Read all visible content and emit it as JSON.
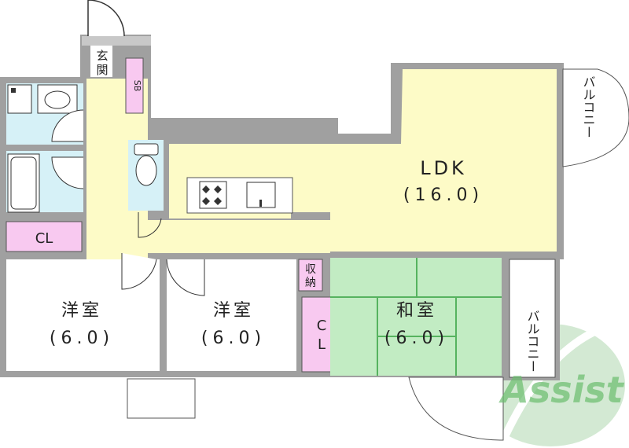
{
  "rooms": {
    "ldk": {
      "name": "LDK",
      "size": "(16.0)"
    },
    "western1": {
      "name": "洋室",
      "size": "(6.0)"
    },
    "western2": {
      "name": "洋室",
      "size": "(6.0)"
    },
    "japanese": {
      "name": "和室",
      "size": "(6.0)"
    },
    "entrance": {
      "line1": "玄",
      "line2": "関"
    },
    "shoebox": "SB",
    "closet_bath": "CL",
    "closet_room": {
      "line1": "C",
      "line2": "L"
    },
    "storage": {
      "line1": "収",
      "line2": "納"
    },
    "balcony_top": "バルコニー",
    "balcony_right": "バルコニー"
  },
  "logo": {
    "text": "Assist"
  },
  "colors": {
    "ldk": "#fdfbc7",
    "wet": "#d6f1f7",
    "closet": "#f8c9f0",
    "tatami": "#c2ecc3",
    "tatami_line": "#56b35f",
    "wall": "#9a9a9a",
    "room_floor": "#ffffff"
  }
}
